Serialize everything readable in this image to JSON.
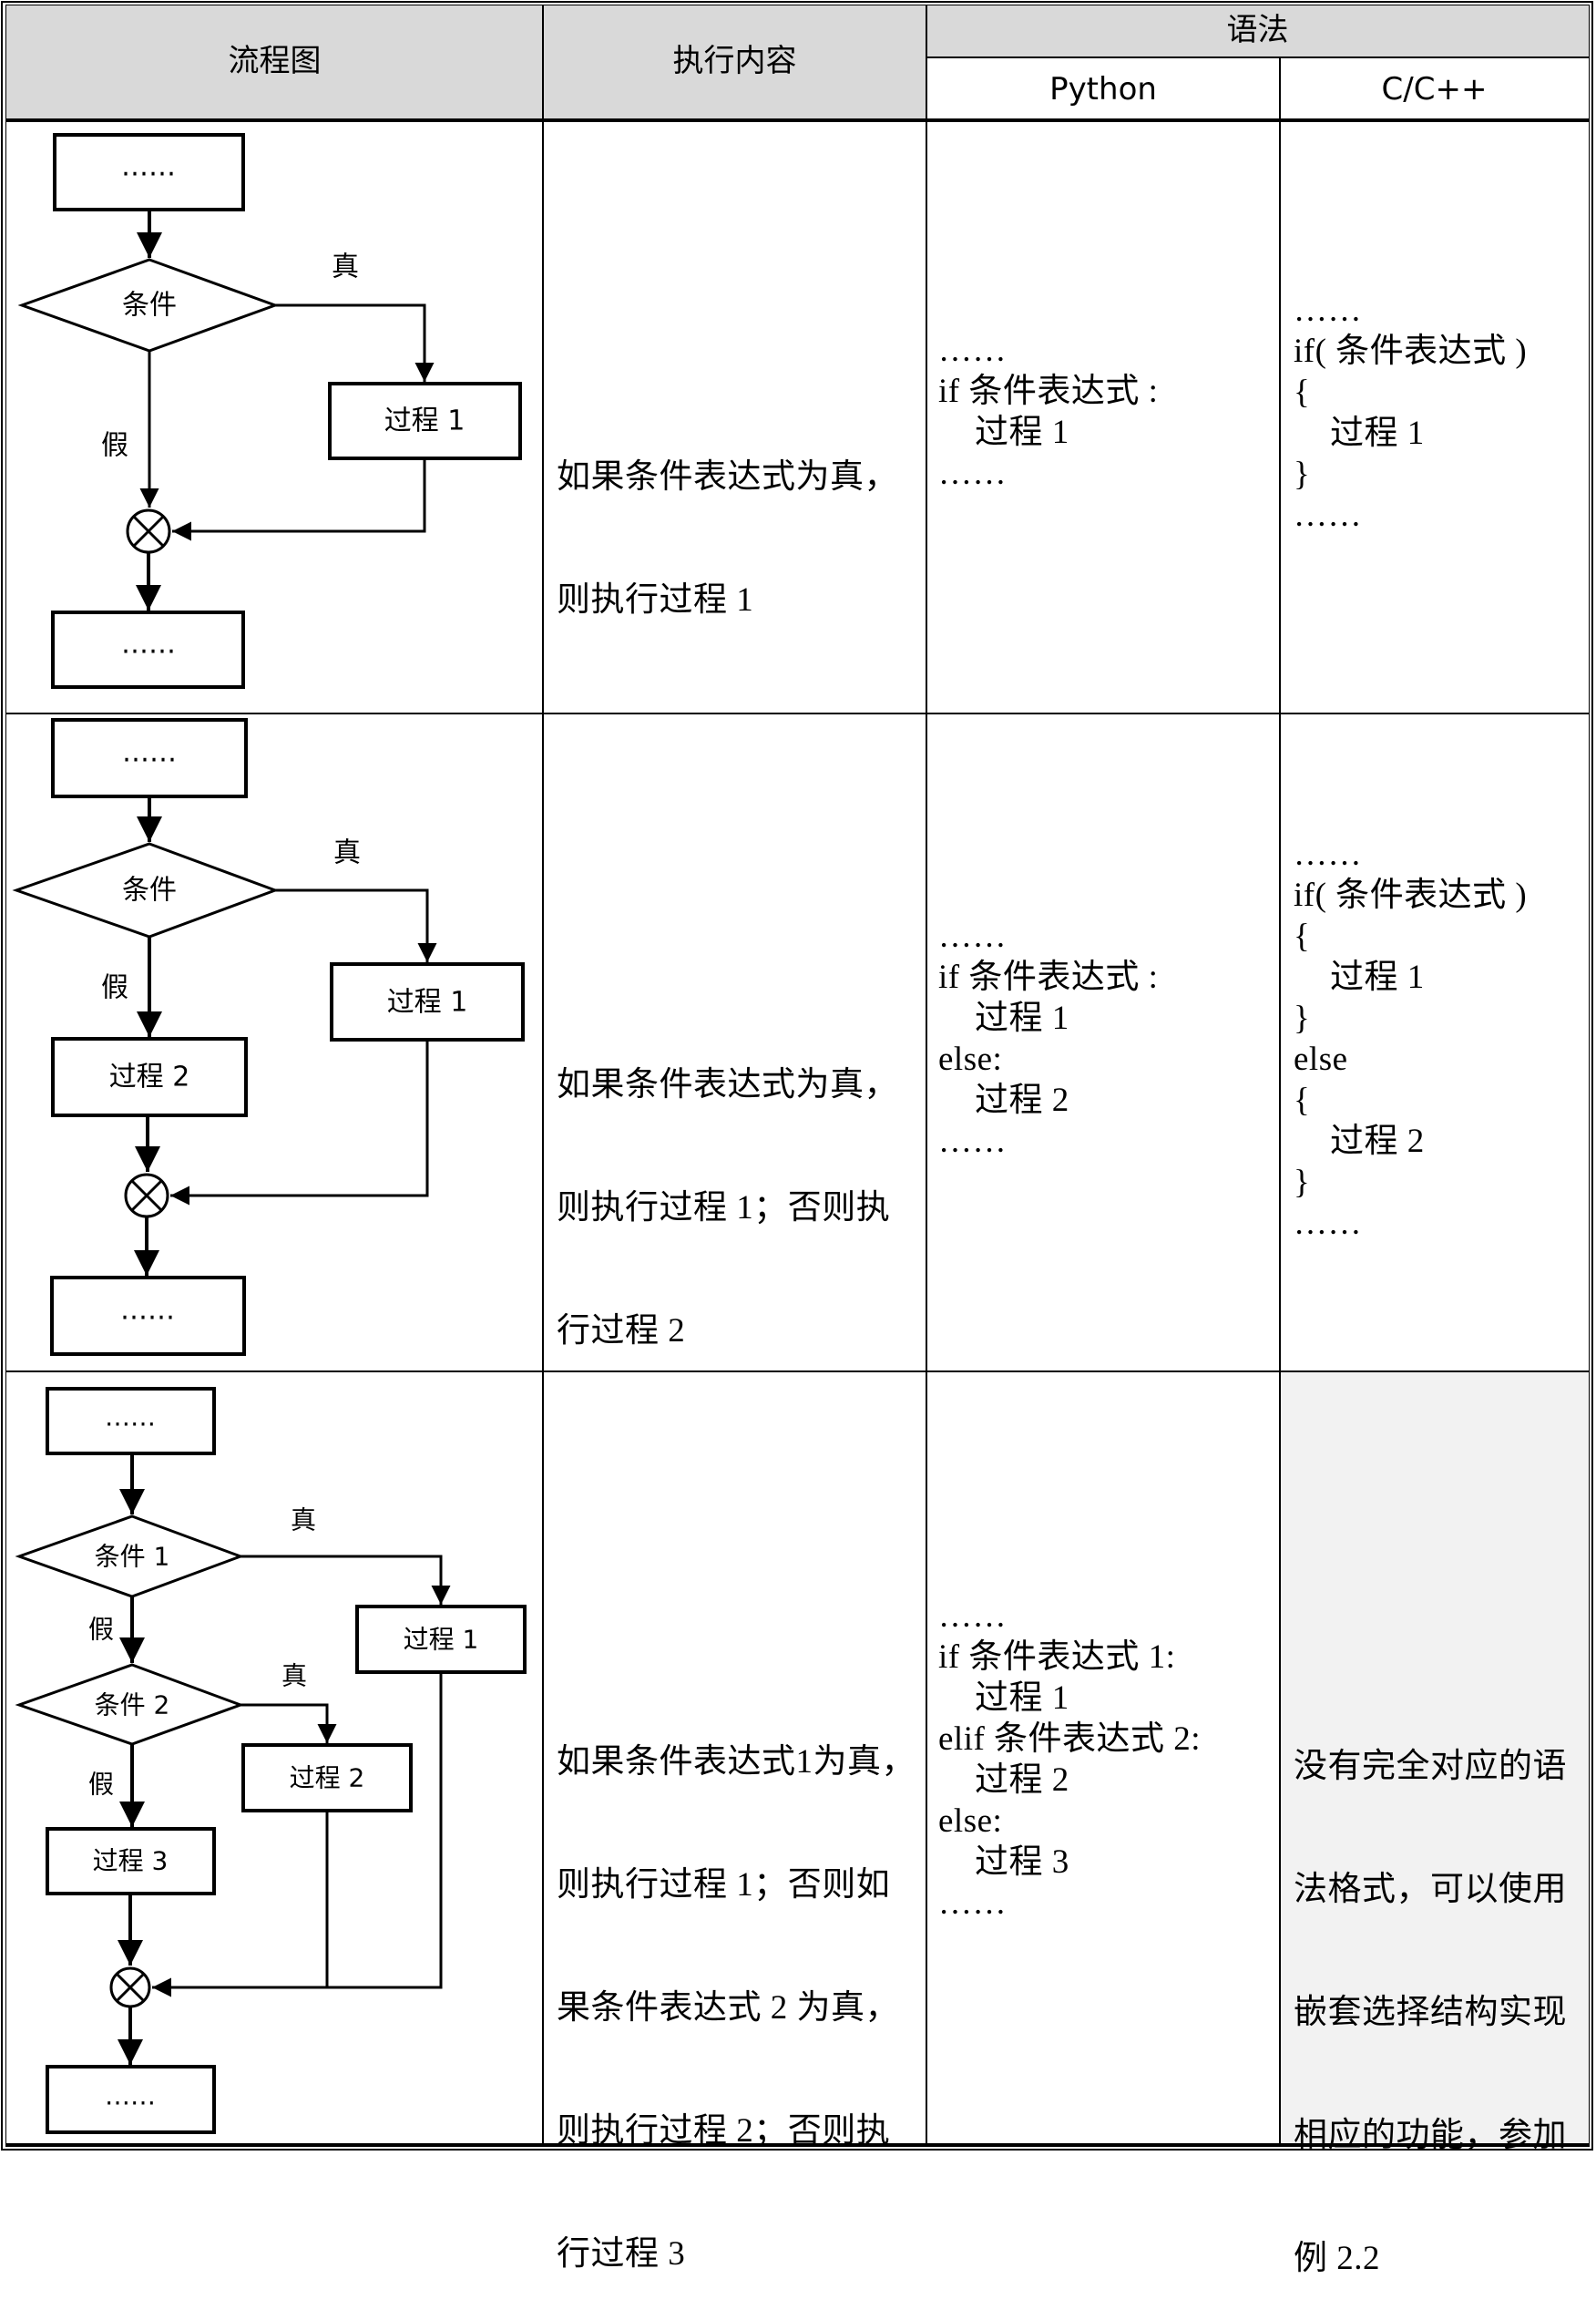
{
  "header": {
    "flowchart": "流程图",
    "content": "执行内容",
    "syntax": "语法",
    "python": "Python",
    "c": "C/C++"
  },
  "rows": [
    {
      "flow": {
        "start": "……",
        "cond": "条件",
        "true_label": "真",
        "false_label": "假",
        "proc1": "过程 1",
        "end": "……"
      },
      "content": [
        "如果条件表达式为真，",
        "则执行过程 1"
      ],
      "python": [
        {
          "text": "……",
          "indent": false
        },
        {
          "text": "if 条件表达式 :",
          "indent": false
        },
        {
          "text": "过程 1",
          "indent": true
        },
        {
          "text": "……",
          "indent": false
        }
      ],
      "c": [
        {
          "text": "……",
          "indent": false
        },
        {
          "text": "if( 条件表达式 )",
          "indent": false
        },
        {
          "text": "{",
          "indent": false
        },
        {
          "text": "过程 1",
          "indent": true
        },
        {
          "text": "}",
          "indent": false
        },
        {
          "text": "……",
          "indent": false
        }
      ]
    },
    {
      "flow": {
        "start": "……",
        "cond": "条件",
        "true_label": "真",
        "false_label": "假",
        "proc1": "过程 1",
        "proc2": "过程 2",
        "end": "……"
      },
      "content": [
        "如果条件表达式为真，",
        "则执行过程 1；否则执",
        "行过程 2"
      ],
      "python": [
        {
          "text": "……",
          "indent": false
        },
        {
          "text": "if 条件表达式 :",
          "indent": false
        },
        {
          "text": "过程 1",
          "indent": true
        },
        {
          "text": "else:",
          "indent": false
        },
        {
          "text": "过程 2",
          "indent": true
        },
        {
          "text": "……",
          "indent": false
        }
      ],
      "c": [
        {
          "text": "……",
          "indent": false
        },
        {
          "text": "if( 条件表达式 )",
          "indent": false
        },
        {
          "text": "{",
          "indent": false
        },
        {
          "text": "过程 1",
          "indent": true
        },
        {
          "text": "}",
          "indent": false
        },
        {
          "text": "else",
          "indent": false
        },
        {
          "text": "{",
          "indent": false
        },
        {
          "text": "过程 2",
          "indent": true
        },
        {
          "text": "}",
          "indent": false
        },
        {
          "text": "……",
          "indent": false
        }
      ]
    },
    {
      "flow": {
        "start": "……",
        "cond1": "条件 1",
        "cond2": "条件 2",
        "true_label": "真",
        "false_label": "假",
        "proc1": "过程 1",
        "proc2": "过程 2",
        "proc3": "过程 3",
        "end": "……"
      },
      "content": [
        "如果条件表达式1为真，",
        "则执行过程 1；否则如",
        "果条件表达式 2 为真，",
        "则执行过程 2；否则执",
        "行过程 3"
      ],
      "python": [
        {
          "text": "……",
          "indent": false
        },
        {
          "text": "if 条件表达式 1:",
          "indent": false
        },
        {
          "text": "过程 1",
          "indent": true
        },
        {
          "text": "elif 条件表达式 2:",
          "indent": false
        },
        {
          "text": "过程 2",
          "indent": true
        },
        {
          "text": "else:",
          "indent": false
        },
        {
          "text": "过程 3",
          "indent": true
        },
        {
          "text": "……",
          "indent": false
        }
      ],
      "c_note": [
        "没有完全对应的语",
        "法格式，可以使用",
        "嵌套选择结构实现",
        "相应的功能，参加",
        "例 2.2"
      ]
    }
  ]
}
